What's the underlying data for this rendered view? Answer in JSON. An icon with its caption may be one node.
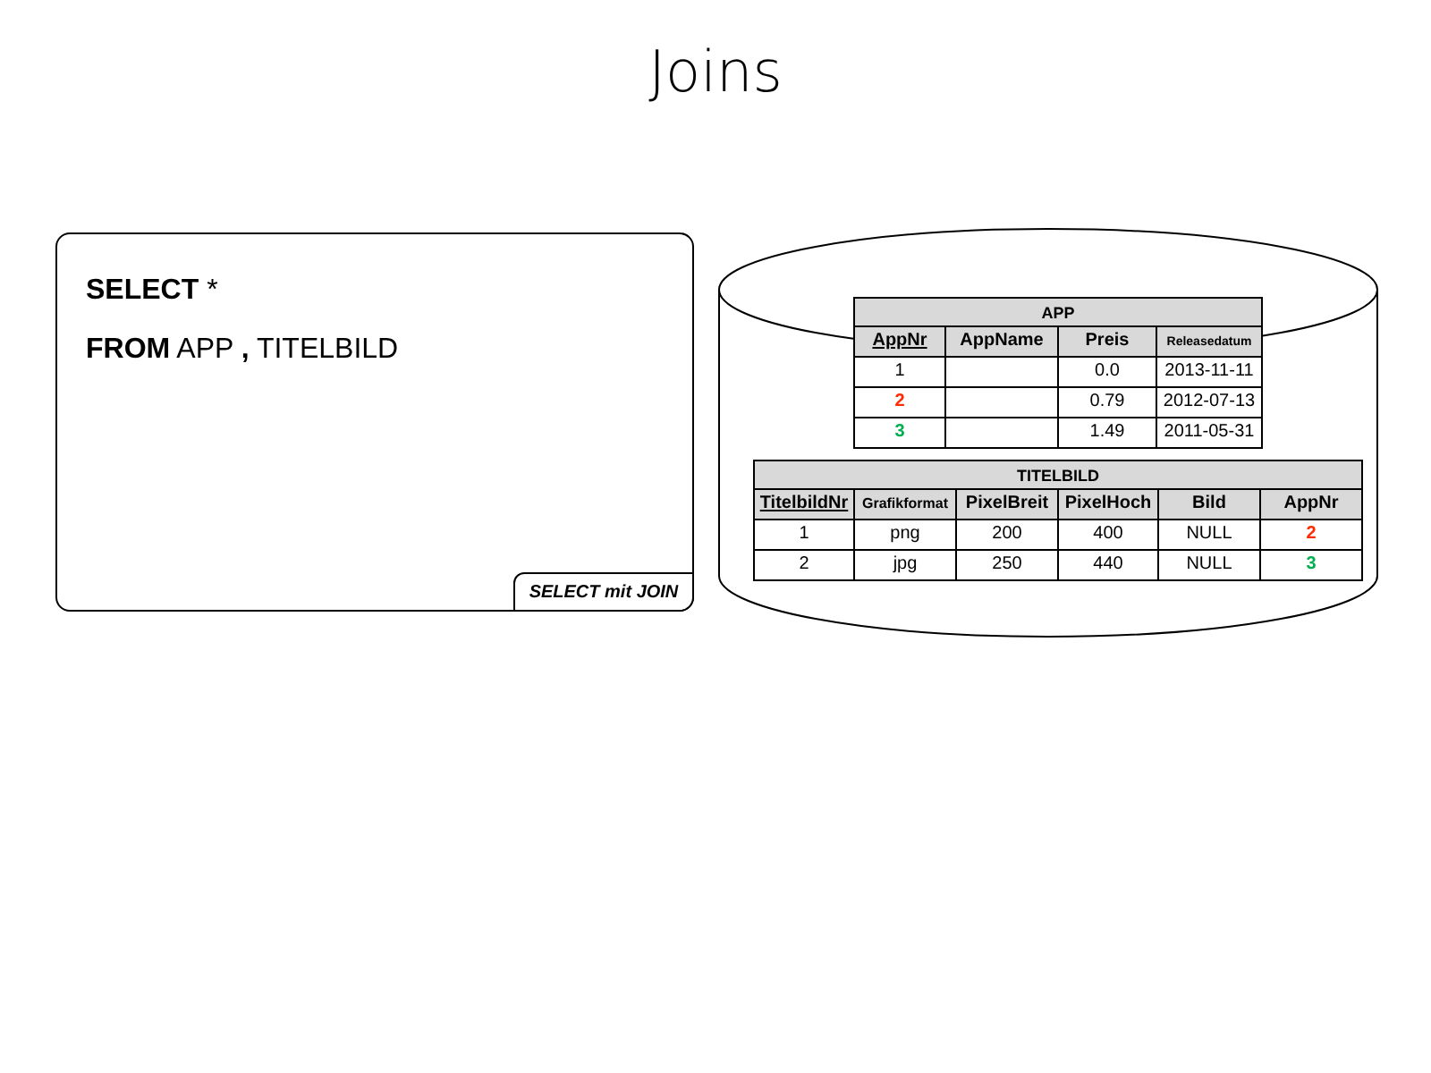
{
  "diagram": {
    "title": "Joins",
    "nodes": [
      {
        "text": [
          "**SELECT** *",
          "**FROM** APP **,** TITELBILD"
        ]
      },
      {
        "text": [
          "SELECT mit JOIN"
        ],
        "in": 0
      },
      {
        "text": [],
        "shape": "cylinder"
      },
      {
        "text": [
          "APP"
        ],
        "in": 2
      },
      {
        "text": [
          "TITELBILD"
        ],
        "in": 2
      }
    ],
    "labels": [
      "AppNr",
      "AppName",
      "Preis",
      "Releasedatum",
      "1",
      "0.0",
      "2013-11-11",
      "2",
      "0.79",
      "2012-07-13",
      "3",
      "1.49",
      "2011-05-31",
      "TitelbildNr",
      "Grafikformat",
      "PixelBreit",
      "PixelHoch",
      "Bild",
      "AppNr",
      "1",
      "png",
      "200",
      "400",
      "NULL",
      "2",
      "2",
      "jpg",
      "250",
      "440",
      "NULL",
      "3"
    ]
  }
}
